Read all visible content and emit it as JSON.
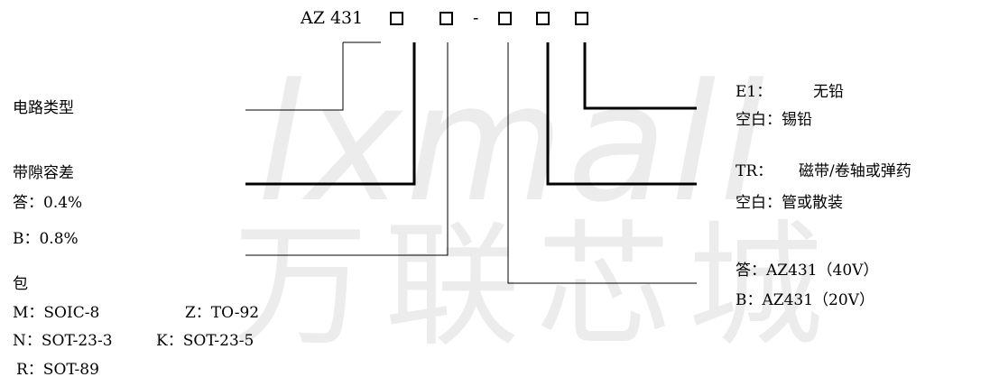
{
  "header": {
    "part": "AZ 431",
    "sep": "-"
  },
  "watermark": {
    "latin": "lxmall",
    "cn": "万联芯城"
  },
  "left": {
    "circuit_type": "电路类型",
    "tolerance_title": "带隙容差",
    "tol_a": "答：0.4%",
    "tol_b": "B：0.8%",
    "package_title": "包",
    "pkg_m": "M：SOIC-8",
    "pkg_z": "Z：TO-92",
    "pkg_n": "N：SOT-23-3",
    "pkg_k": "K：SOT-23-5",
    "pkg_r": "R：SOT-89"
  },
  "right": {
    "e1_key": "E1：",
    "e1_val": "无铅",
    "blank_tin": "空白：锡铅",
    "tr_key": "TR：",
    "tr_val": "磁带/卷轴或弹药",
    "blank_tube": "空白：管或散装",
    "ver_a": "答：AZ431（40V）",
    "ver_b": "B：AZ431（20V）"
  }
}
